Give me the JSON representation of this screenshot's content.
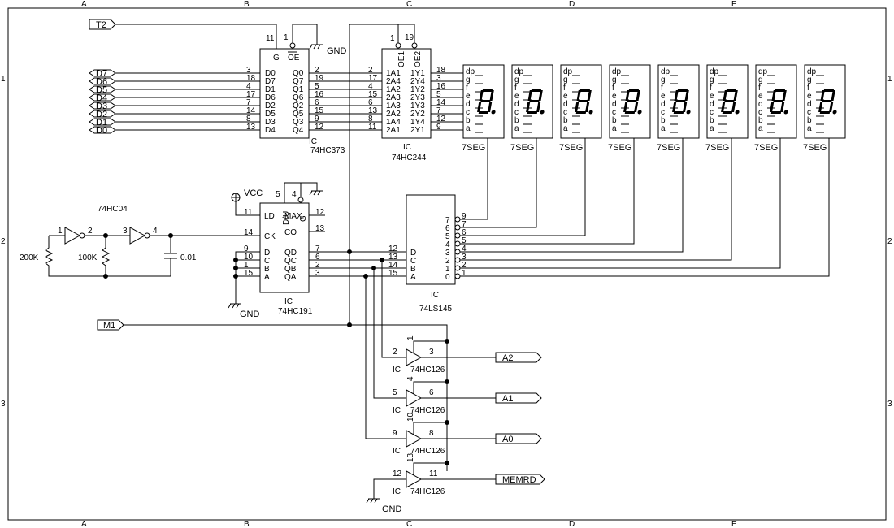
{
  "frame": {
    "cols": [
      "A",
      "B",
      "C",
      "D",
      "E"
    ],
    "rows": [
      "1",
      "2",
      "3"
    ]
  },
  "ports": {
    "t2": "T2",
    "m1": "M1",
    "a2": "A2",
    "a1": "A1",
    "a0": "A0",
    "memrd": "MEMRD",
    "data_bus": [
      "D7",
      "D6",
      "D5",
      "D4",
      "D3",
      "D2",
      "D1",
      "D0"
    ]
  },
  "power": {
    "gnd": "GND",
    "vcc": "VCC"
  },
  "ic373": {
    "name": "74HC373",
    "ref": "IC",
    "pin_g": "11",
    "pin_oe": "1",
    "label_g": "G",
    "label_oe": "OE",
    "in_pins": [
      "3",
      "18",
      "4",
      "17",
      "7",
      "14",
      "8",
      "13"
    ],
    "in_labels": [
      "D0",
      "D7",
      "D1",
      "D6",
      "D2",
      "D5",
      "D3",
      "D4"
    ],
    "out_pins": [
      "2",
      "19",
      "5",
      "16",
      "6",
      "15",
      "9",
      "12"
    ],
    "out_labels": [
      "Q0",
      "Q7",
      "Q1",
      "Q6",
      "Q2",
      "Q5",
      "Q3",
      "Q4"
    ]
  },
  "ic244": {
    "name": "74HC244",
    "ref": "IC",
    "pin_oe1": "1",
    "pin_oe2": "19",
    "label_oe1": "OE1",
    "label_oe2": "OE2",
    "in_pins": [
      "2",
      "17",
      "4",
      "15",
      "6",
      "13",
      "8",
      "11"
    ],
    "in_labels": [
      "1A1",
      "2A4",
      "1A2",
      "2A3",
      "1A3",
      "2A2",
      "1A4",
      "2A1"
    ],
    "out_pins": [
      "18",
      "3",
      "16",
      "5",
      "14",
      "7",
      "12",
      "9"
    ],
    "out_labels": [
      "1Y1",
      "2Y4",
      "1Y2",
      "2Y3",
      "1Y3",
      "2Y2",
      "1Y4",
      "2Y1"
    ]
  },
  "seven_seg": {
    "name": "7SEG",
    "count": 8,
    "pin_labels": [
      "dp",
      "g",
      "f",
      "e",
      "d",
      "c",
      "b",
      "a"
    ]
  },
  "osc": {
    "gate_name": "74HC04",
    "g1_in": "1",
    "g1_out": "2",
    "g2_in": "3",
    "g2_out": "4",
    "r1": "200K",
    "r2": "100K",
    "c1": "0.01"
  },
  "ic191": {
    "name": "74HC191",
    "ref": "IC",
    "top_pin_du": "5",
    "top_pin_g": "4",
    "top_label_du": "D/U",
    "top_label_g": "G",
    "left": [
      {
        "pin": "11",
        "label": "LD"
      },
      {
        "pin": "14",
        "label": "CK"
      },
      {
        "pin": "9",
        "label": "D"
      },
      {
        "pin": "10",
        "label": "C"
      },
      {
        "pin": "1",
        "label": "B"
      },
      {
        "pin": "15",
        "label": "A"
      }
    ],
    "right": [
      {
        "pin": "12",
        "label": "MAX"
      },
      {
        "pin": "13",
        "label": "CO"
      },
      {
        "pin": "7",
        "label": "QD"
      },
      {
        "pin": "6",
        "label": "QC"
      },
      {
        "pin": "2",
        "label": "QB"
      },
      {
        "pin": "3",
        "label": "QA"
      }
    ]
  },
  "ic145": {
    "name": "74LS145",
    "ref": "IC",
    "in_pins": [
      "12",
      "13",
      "14",
      "15"
    ],
    "in_labels": [
      "D",
      "C",
      "B",
      "A"
    ],
    "out_numbers": [
      "7",
      "6",
      "5",
      "4",
      "3",
      "2",
      "1",
      "0"
    ],
    "out_pins": [
      "9",
      "7",
      "6",
      "5",
      "4",
      "3",
      "2",
      "1"
    ]
  },
  "buffers": [
    {
      "name": "74HC126",
      "ref": "IC",
      "in_pin": "2",
      "out_pin": "3",
      "en_pin": "1"
    },
    {
      "name": "74HC126",
      "ref": "IC",
      "in_pin": "5",
      "out_pin": "6",
      "en_pin": "4"
    },
    {
      "name": "74HC126",
      "ref": "IC",
      "in_pin": "9",
      "out_pin": "8",
      "en_pin": "10"
    },
    {
      "name": "74HC126",
      "ref": "IC",
      "in_pin": "12",
      "out_pin": "11",
      "en_pin": "13"
    }
  ]
}
